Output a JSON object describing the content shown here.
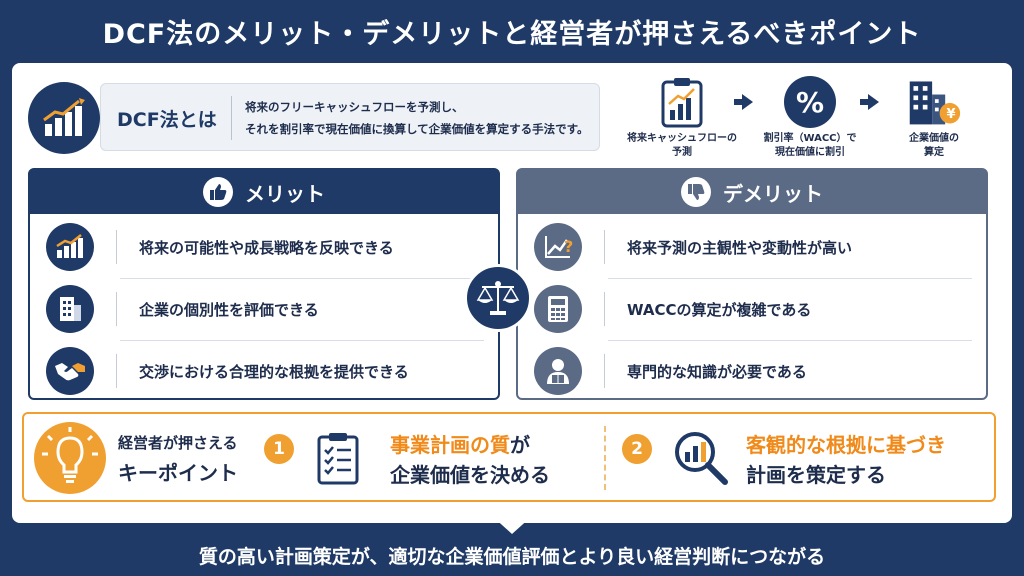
{
  "title": "DCF法のメリット・デメリットと経営者が押さえるべきポイント",
  "definition": {
    "label": "DCF法とは",
    "line1": "将来のフリーキャッシュフローを予測し、",
    "line2": "それを割引率で現在価値に換算して企業価値を算定する手法です。"
  },
  "flow": [
    {
      "line1": "将来キャッシュフローの",
      "line2": "予測",
      "icon": "clipboard-chart-icon"
    },
    {
      "line1": "割引率（WACC）で",
      "line2": "現在価値に割引",
      "icon": "percent-icon",
      "glyph": "%"
    },
    {
      "line1": "企業価値の",
      "line2": "算定",
      "icon": "building-yen-icon",
      "glyph": "¥"
    }
  ],
  "merit": {
    "label": "メリット",
    "items": [
      {
        "text": "将来の可能性や成長戦略を反映できる",
        "icon": "growth-chart-icon"
      },
      {
        "text": "企業の個別性を評価できる",
        "icon": "building-icon"
      },
      {
        "text": "交渉における合理的な根拠を提供できる",
        "icon": "handshake-icon"
      }
    ]
  },
  "demerit": {
    "label": "デメリット",
    "items": [
      {
        "text": "将来予測の主観性や変動性が高い",
        "icon": "uncertain-chart-icon",
        "glyph": "?"
      },
      {
        "text": "WACCの算定が複雑である",
        "icon": "calculator-icon"
      },
      {
        "text": "専門的な知識が必要である",
        "icon": "expert-reading-icon"
      }
    ]
  },
  "key": {
    "title1": "経営者が押さえる",
    "title2": "キーポイント",
    "points": [
      {
        "num": "1",
        "hl": "事業計画の質",
        "rest1": "が",
        "line2": "企業価値を決める",
        "icon": "checklist-icon"
      },
      {
        "num": "2",
        "hl": "客観的な根拠に基づき",
        "rest1": "",
        "line2": "計画を策定する",
        "icon": "magnifier-chart-icon"
      }
    ]
  },
  "footer": "質の高い計画策定が、適切な企業価値評価とより良い経営判断につながる",
  "colors": {
    "navy": "#1f3a66",
    "slate": "#5b6b86",
    "orange": "#f0a030"
  }
}
